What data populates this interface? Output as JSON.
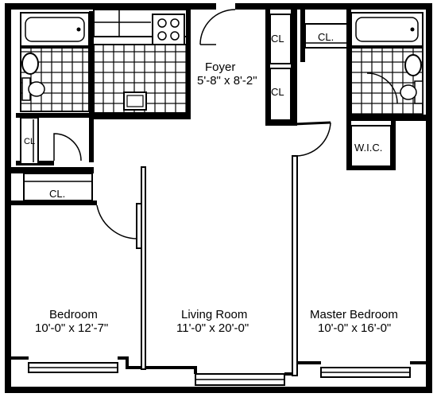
{
  "rooms": {
    "foyer": {
      "name": "Foyer",
      "dims": "5'-8\" x 8'-2\""
    },
    "bedroom": {
      "name": "Bedroom",
      "dims": "10'-0\" x 12'-7\""
    },
    "living_room": {
      "name": "Living Room",
      "dims": "11'-0\" x 20'-0\""
    },
    "master_bedroom": {
      "name": "Master Bedroom",
      "dims": "10'-0\" x 16'-0\""
    }
  },
  "closets": {
    "cl_top_right": "CL.",
    "cl_foyer_upper": "CL",
    "cl_foyer_lower": "CL",
    "cl_left_bath": "CL",
    "cl_bedroom": "CL.",
    "wic": "W.I.C."
  }
}
